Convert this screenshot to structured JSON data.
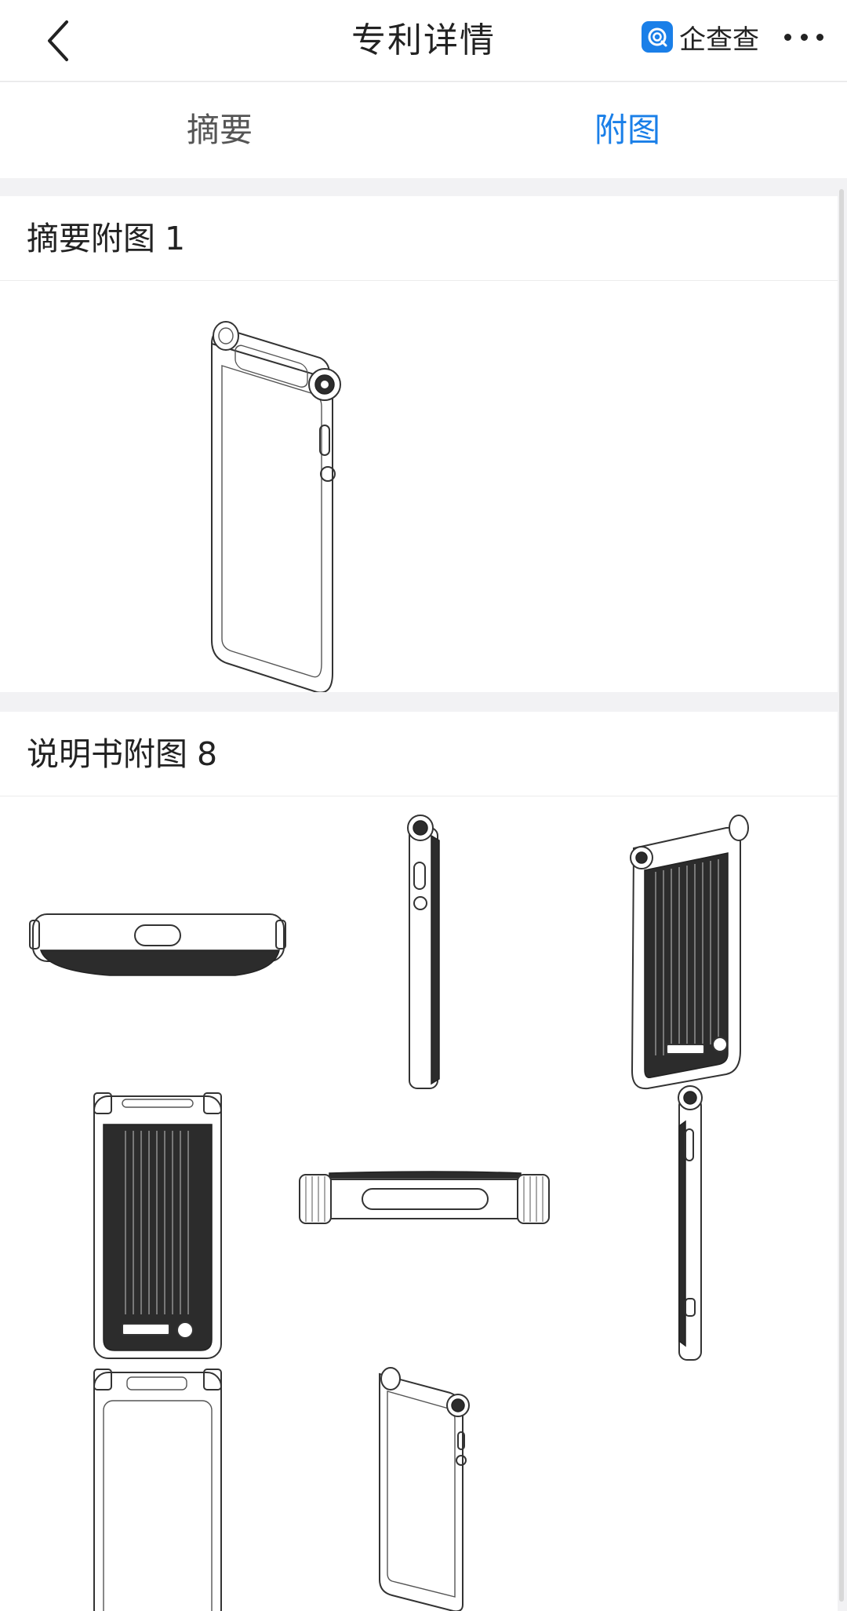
{
  "navbar": {
    "title": "专利详情",
    "brand_name": "企查查",
    "icons": {
      "back": "chevron-left-icon",
      "more": "more-dots-icon",
      "brand": "qcc-logo-icon"
    }
  },
  "tabs": [
    {
      "label": "摘要",
      "active": false
    },
    {
      "label": "附图",
      "active": true
    }
  ],
  "colors": {
    "accent": "#1a7fe8",
    "text": "#222222",
    "background": "#f2f2f4"
  },
  "sections": [
    {
      "title": "摘要附图",
      "count": "1"
    },
    {
      "title": "说明书附图",
      "count": "8"
    }
  ]
}
